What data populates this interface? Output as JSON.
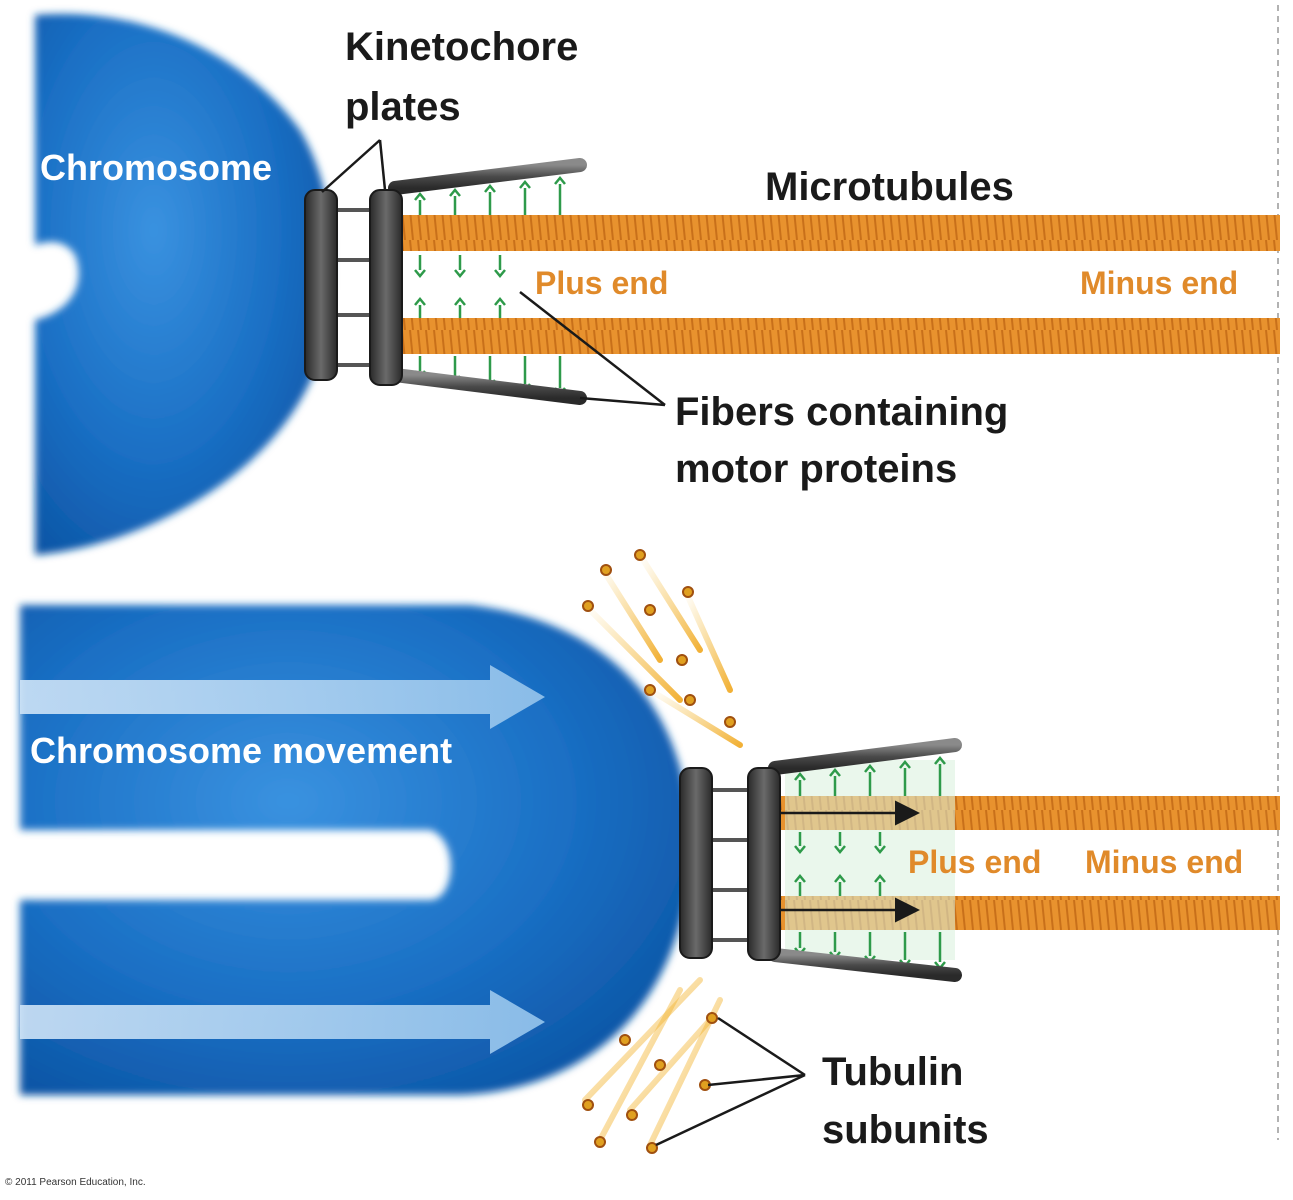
{
  "labels": {
    "kinetochore_line1": "Kinetochore",
    "kinetochore_line2": "plates",
    "chromosome": "Chromosome",
    "microtubules": "Microtubules",
    "plus_end_top": "Plus end",
    "minus_end_top": "Minus end",
    "fibers_line1": "Fibers containing",
    "fibers_line2": "motor proteins",
    "chromosome_movement": "Chromosome movement",
    "plus_end_bottom": "Plus end",
    "minus_end_bottom": "Minus end",
    "tubulin_line1": "Tubulin",
    "tubulin_line2": "subunits",
    "copyright": "© 2011 Pearson Education, Inc."
  },
  "colors": {
    "chromosome": "#1a6fc4",
    "microtubule": "#e8922e",
    "fiber": "#4a4a4a",
    "motor_protein": "#2e9a4a",
    "label_orange": "#e08a2a",
    "label_dark": "#1a1a1a"
  }
}
